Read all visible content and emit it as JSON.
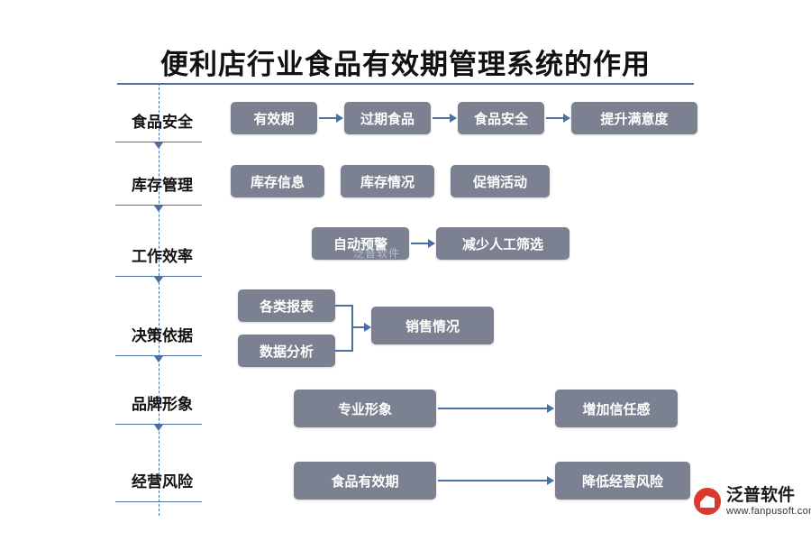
{
  "title": "便利店行业食品有效期管理系统的作用",
  "colors": {
    "node_fill": "#7b8190",
    "node_text": "#ffffff",
    "connector": "#4a6fa5",
    "title_text": "#111111",
    "logo_red": "#d93a2b"
  },
  "categories": [
    {
      "label": "食品安全"
    },
    {
      "label": "库存管理"
    },
    {
      "label": "工作效率"
    },
    {
      "label": "决策依据"
    },
    {
      "label": "品牌形象"
    },
    {
      "label": "经营风险"
    }
  ],
  "rows": {
    "food_safety": {
      "nodes": [
        "有效期",
        "过期食品",
        "食品安全",
        "提升满意度"
      ]
    },
    "inventory": {
      "nodes": [
        "库存信息",
        "库存情况",
        "促销活动"
      ]
    },
    "efficiency": {
      "nodes": [
        "自动预警",
        "减少人工筛选"
      ]
    },
    "decision": {
      "nodes": [
        "各类报表",
        "数据分析",
        "销售情况"
      ]
    },
    "brand": {
      "nodes": [
        "专业形象",
        "增加信任感"
      ]
    },
    "risk": {
      "nodes": [
        "食品有效期",
        "降低经营风险"
      ]
    }
  },
  "watermark": {
    "center": "泛普软件"
  },
  "logo": {
    "name": "泛普软件",
    "url": "www.fanpusoft.com"
  }
}
